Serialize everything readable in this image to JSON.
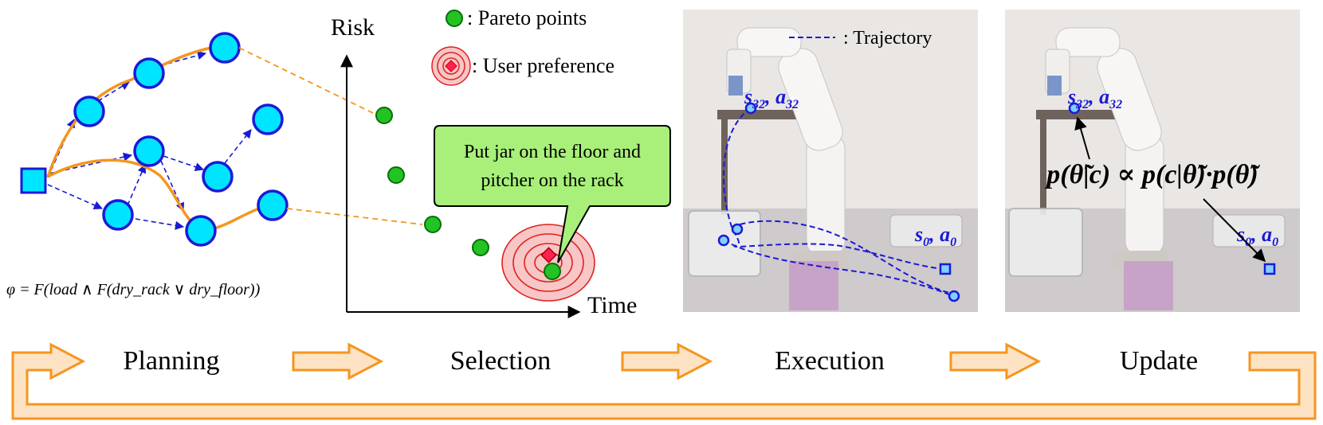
{
  "planning": {
    "formula": "φ = F(load ∧ F(dry_rack ∨ dry_floor))"
  },
  "selection": {
    "y_axis_label": "Risk",
    "x_axis_label": "Time",
    "legend_pareto": ": Pareto points",
    "legend_preference": ": User preference",
    "callout_line1": "Put jar on the floor and",
    "callout_line2": "pitcher on the rack"
  },
  "execution": {
    "legend_trajectory": ": Trajectory",
    "label_goal": "s32, a32",
    "label_start": "s0, a0"
  },
  "update": {
    "equation": "p(θ̃|c) ∝ p(c|θ̃)·p(θ̃)",
    "label_goal": "s32, a32",
    "label_start": "s0, a0"
  },
  "stages": [
    "Planning",
    "Selection",
    "Execution",
    "Update"
  ],
  "colors": {
    "node_fill": "#00e5ff",
    "node_stroke": "#1a1ad6",
    "path_orange": "#f5961e",
    "pareto_green": "#22c322",
    "callout_fill": "#a8f07a",
    "pref_red": "#e02020",
    "loop_fill": "#fde3c4",
    "loop_stroke": "#f5961e"
  }
}
